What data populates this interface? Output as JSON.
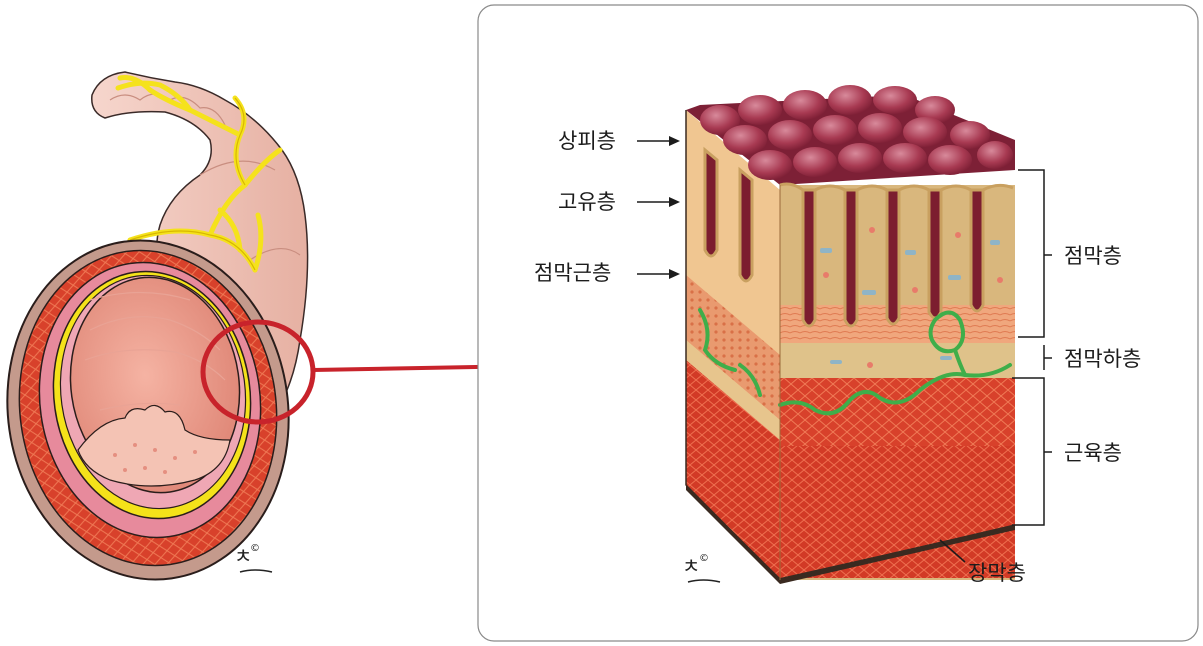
{
  "labels": {
    "epithelium": "상피층",
    "lamina_propria": "고유층",
    "muscularis_mucosae": "점막근층",
    "mucosa": "점막층",
    "submucosa": "점막하층",
    "muscularis": "근육층",
    "serosa": "장막층"
  },
  "colors": {
    "muscle": "#d8412b",
    "mucosa_tan": "#d9b77d",
    "villi_top": "#9c3348",
    "nerve": "#f5e21c",
    "vessel": "#3fae4a",
    "arrow": "#c8232b",
    "panel_border": "#8a8a8a"
  },
  "icons": {
    "pointer_arrow": "arrow-right-icon",
    "magnifier_circle": "circle-outline"
  }
}
